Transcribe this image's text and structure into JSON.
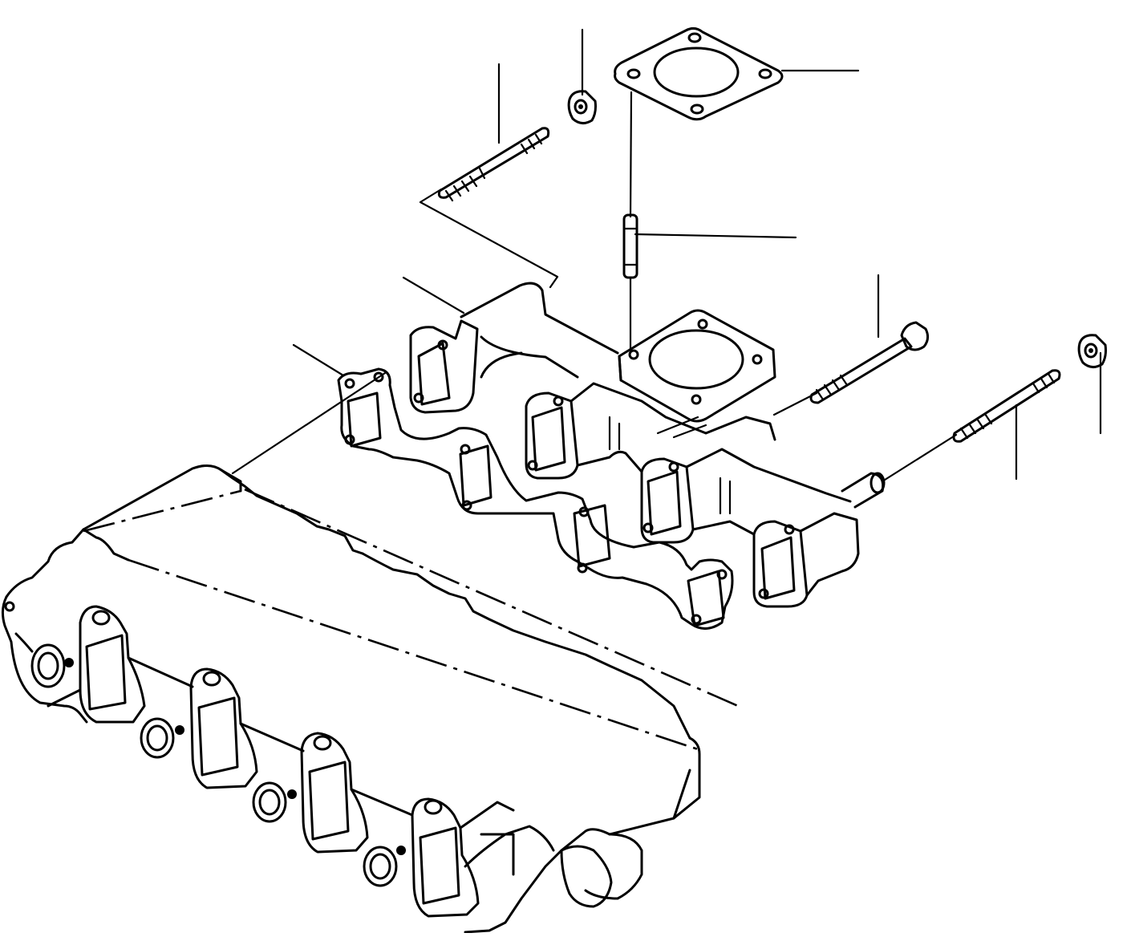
{
  "diagram": {
    "parts": [
      {
        "id": "stud-upper",
        "kind": "stud",
        "callout": ""
      },
      {
        "id": "nut-upper",
        "kind": "nut",
        "callout": ""
      },
      {
        "id": "outlet-gasket",
        "kind": "gasket",
        "callout": ""
      },
      {
        "id": "outlet-stud",
        "kind": "stud",
        "callout": ""
      },
      {
        "id": "exhaust-manifold",
        "kind": "manifold",
        "callout": ""
      },
      {
        "id": "manifold-gasket",
        "kind": "gasket",
        "callout": ""
      },
      {
        "id": "bolt-right",
        "kind": "bolt",
        "callout": ""
      },
      {
        "id": "stud-right",
        "kind": "stud",
        "callout": ""
      },
      {
        "id": "nut-right",
        "kind": "nut",
        "callout": ""
      },
      {
        "id": "cylinder-head",
        "kind": "cylinder-head",
        "callout": ""
      }
    ]
  }
}
